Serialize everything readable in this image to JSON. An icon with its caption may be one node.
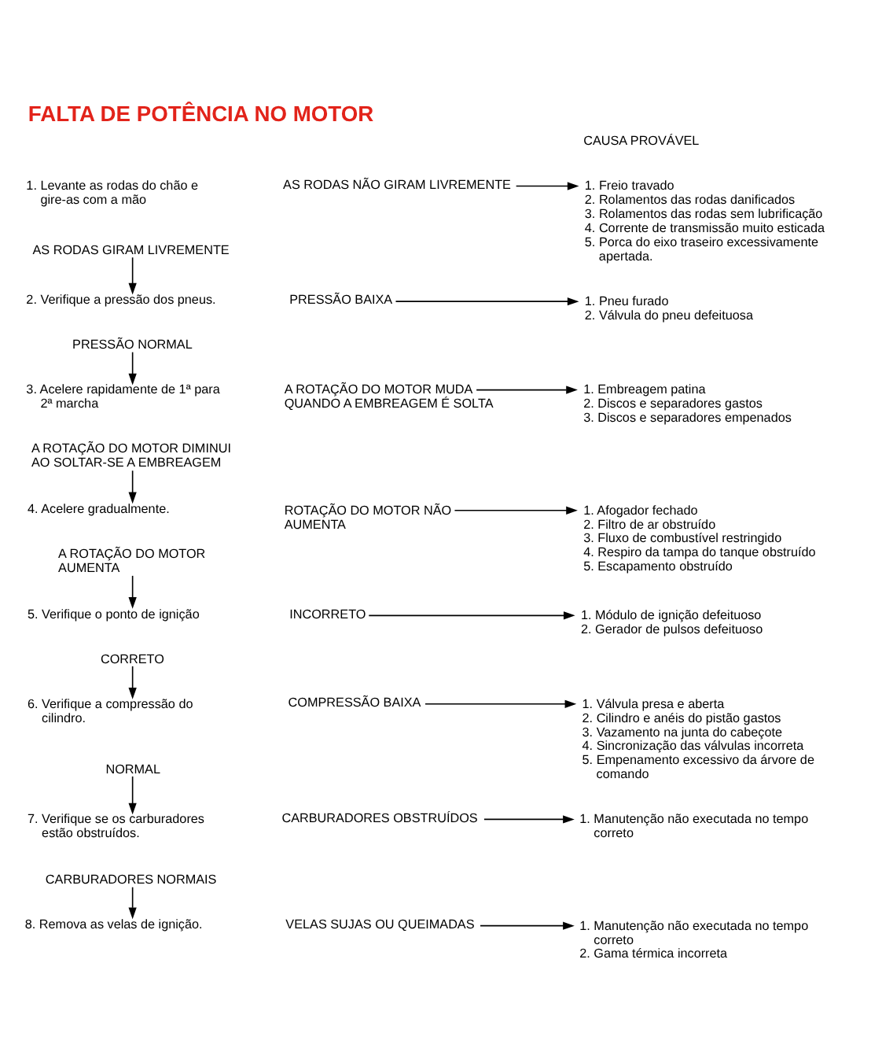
{
  "diagram": {
    "title": "FALTA DE POTÊNCIA NO MOTOR",
    "nodes": [
      {
        "text": [
          "AS RODAS NÃO GIRAM LIVREMENTE"
        ]
      },
      {
        "text": [
          "1. Freio travado",
          "2. Rolamentos das rodas danificados",
          "3. Rolamentos das rodas sem lubrificação",
          "4. Corrente de transmissão muito esticada",
          "5. Porca do eixo traseiro excessivamente apertada."
        ]
      },
      {
        "text": [
          "AS RODAS GIRAM LIVREMENTE"
        ]
      },
      {
        "text": [
          "2. Verifique a pressão dos pneus."
        ]
      },
      {
        "text": [
          "PRESSÃO BAIXA"
        ]
      },
      {
        "text": [
          "1. Pneu furado",
          "2. Válvula do pneu defeituosa"
        ]
      },
      {
        "text": [
          "PRESSÃO NORMAL"
        ]
      },
      {
        "text": [
          "3. Acelere rapidamente de 1ª para 2ª marcha"
        ]
      },
      {
        "text": [
          "A ROTAÇÃO DO MOTOR MUDA QUANDO A EMBREAGEM É SOLTA"
        ]
      },
      {
        "text": [
          "1. Embreagem patina",
          "2. Discos e separadores gastos",
          "3. Discos e separadores empenados"
        ]
      },
      {
        "text": [
          "A ROTAÇÃO DO MOTOR DIMINUI AO SOLTAR-SE A EMBREAGEM"
        ]
      },
      {
        "text": [
          "4. Acelere gradualmente."
        ]
      },
      {
        "text": [
          "ROTAÇÃO DO MOTOR NÃO AUMENTA"
        ]
      },
      {
        "text": [
          "1. Afogador fechado",
          "2. Filtro de ar obstruído",
          "3. Fluxo de combustível restringido",
          "4. Respiro da tampa do tanque obstruído",
          "5. Escapamento obstruído"
        ]
      },
      {
        "text": [
          "A ROTAÇÃO DO MOTOR AUMENTA"
        ]
      },
      {
        "text": [
          "5. Verifique o ponto de ignição"
        ]
      },
      {
        "text": [
          "INCORRETO"
        ]
      },
      {
        "text": [
          "1. Módulo de ignição defeituoso",
          "2. Gerador de pulsos defeituoso"
        ]
      },
      {
        "text": [
          "CORRETO"
        ]
      },
      {
        "text": [
          "6. Verifique a compressão do cilindro."
        ]
      },
      {
        "text": [
          "COMPRESSÃO BAIXA"
        ]
      },
      {
        "text": [
          "1. Válvula presa e aberta",
          "2. Cilindro e anéis do pistão gastos",
          "3. Vazamento na junta do cabeçote",
          "4. Sincronização das válvulas incorreta",
          "5. Empenamento excessivo da árvore de comando"
        ]
      },
      {
        "text": [
          "NORMAL"
        ]
      },
      {
        "text": [
          "7. Verifique se os carburadores estão obstruídos."
        ]
      },
      {
        "text": [
          "CARBURADORES OBSTRUÍDOS"
        ]
      },
      {
        "text": [
          "1. Manutenção não executada no tempo correto"
        ]
      },
      {
        "text": [
          "CARBURADORES NORMAIS"
        ]
      },
      {
        "text": [
          "8. Remova as velas de ignição."
        ]
      },
      {
        "text": [
          "VELAS SUJAS OU QUEIMADAS"
        ]
      },
      {
        "text": [
          "1. Manutenção não executada no tempo correto",
          "2. Gama térmica incorreta"
        ]
      }
    ],
    "edges": [
      {
        "from": 0,
        "to": 1,
        "arrow": "to"
      },
      {
        "from": 2,
        "to": 3,
        "arrow": "to"
      },
      {
        "from": 4,
        "to": 5,
        "arrow": "to"
      },
      {
        "from": 6,
        "to": 7,
        "arrow": "to"
      },
      {
        "from": 8,
        "to": 9,
        "arrow": "to"
      },
      {
        "from": 10,
        "to": 11,
        "arrow": "to"
      },
      {
        "from": 12,
        "to": 13,
        "arrow": "to"
      },
      {
        "from": 14,
        "to": 15,
        "arrow": "to"
      },
      {
        "from": 16,
        "to": 17,
        "arrow": "to"
      },
      {
        "from": 18,
        "to": 19,
        "arrow": "to"
      },
      {
        "from": 20,
        "to": 21,
        "arrow": "to"
      },
      {
        "from": 22,
        "to": 23,
        "arrow": "to"
      },
      {
        "from": 24,
        "to": 25,
        "arrow": "to"
      },
      {
        "from": 26,
        "to": 27,
        "arrow": "to"
      },
      {
        "from": 28,
        "to": 29,
        "arrow": "to"
      }
    ],
    "labels": [
      "CAUSA PROVÁVEL",
      "1. Levante as rodas do chão e gire-as com a mão"
    ]
  }
}
